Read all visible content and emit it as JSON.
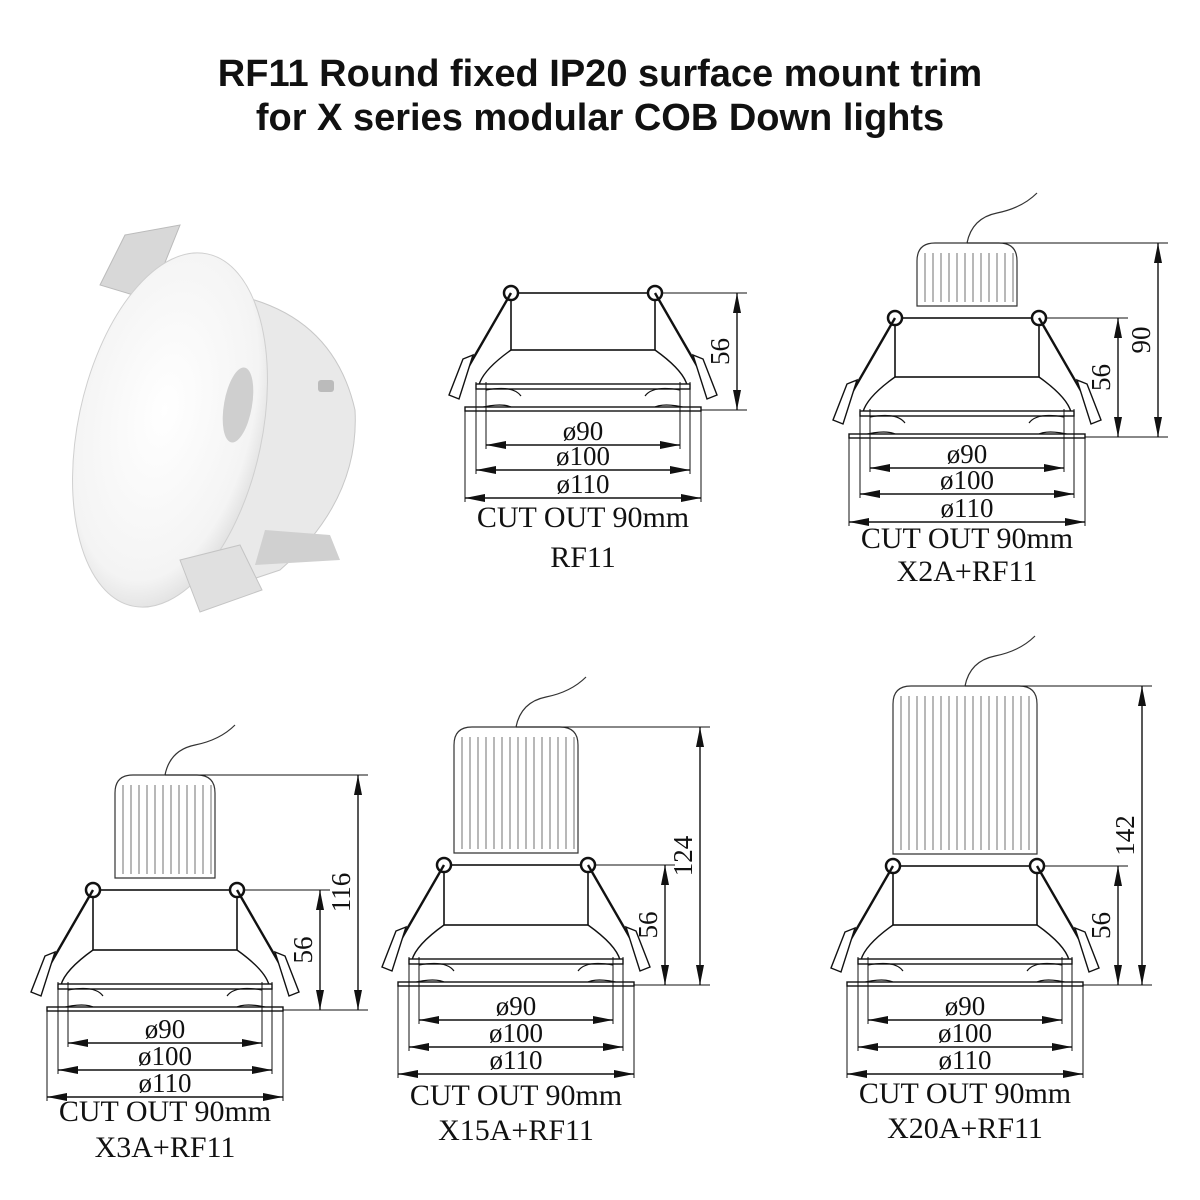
{
  "title": {
    "line1": "RF11 Round fixed IP20 surface mount trim",
    "line2": "for X series modular COB Down lights"
  },
  "diagrams": [
    {
      "model": "RF11",
      "cutout": "CUT OUT 90mm",
      "d1": "ø90",
      "d2": "ø100",
      "d3": "ø110",
      "h1": "56",
      "h2": null
    },
    {
      "model": "X2A+RF11",
      "cutout": "CUT OUT 90mm",
      "d1": "ø90",
      "d2": "ø100",
      "d3": "ø110",
      "h1": "56",
      "h2": "90"
    },
    {
      "model": "X3A+RF11",
      "cutout": "CUT OUT 90mm",
      "d1": "ø90",
      "d2": "ø100",
      "d3": "ø110",
      "h1": "56",
      "h2": "116"
    },
    {
      "model": "X15A+RF11",
      "cutout": "CUT OUT 90mm",
      "d1": "ø90",
      "d2": "ø100",
      "d3": "ø110",
      "h1": "56",
      "h2": "124"
    },
    {
      "model": "X20A+RF11",
      "cutout": "CUT OUT 90mm",
      "d1": "ø90",
      "d2": "ø100",
      "d3": "ø110",
      "h1": "56",
      "h2": "142"
    }
  ],
  "colors": {
    "line": "#111111",
    "background": "#ffffff"
  }
}
